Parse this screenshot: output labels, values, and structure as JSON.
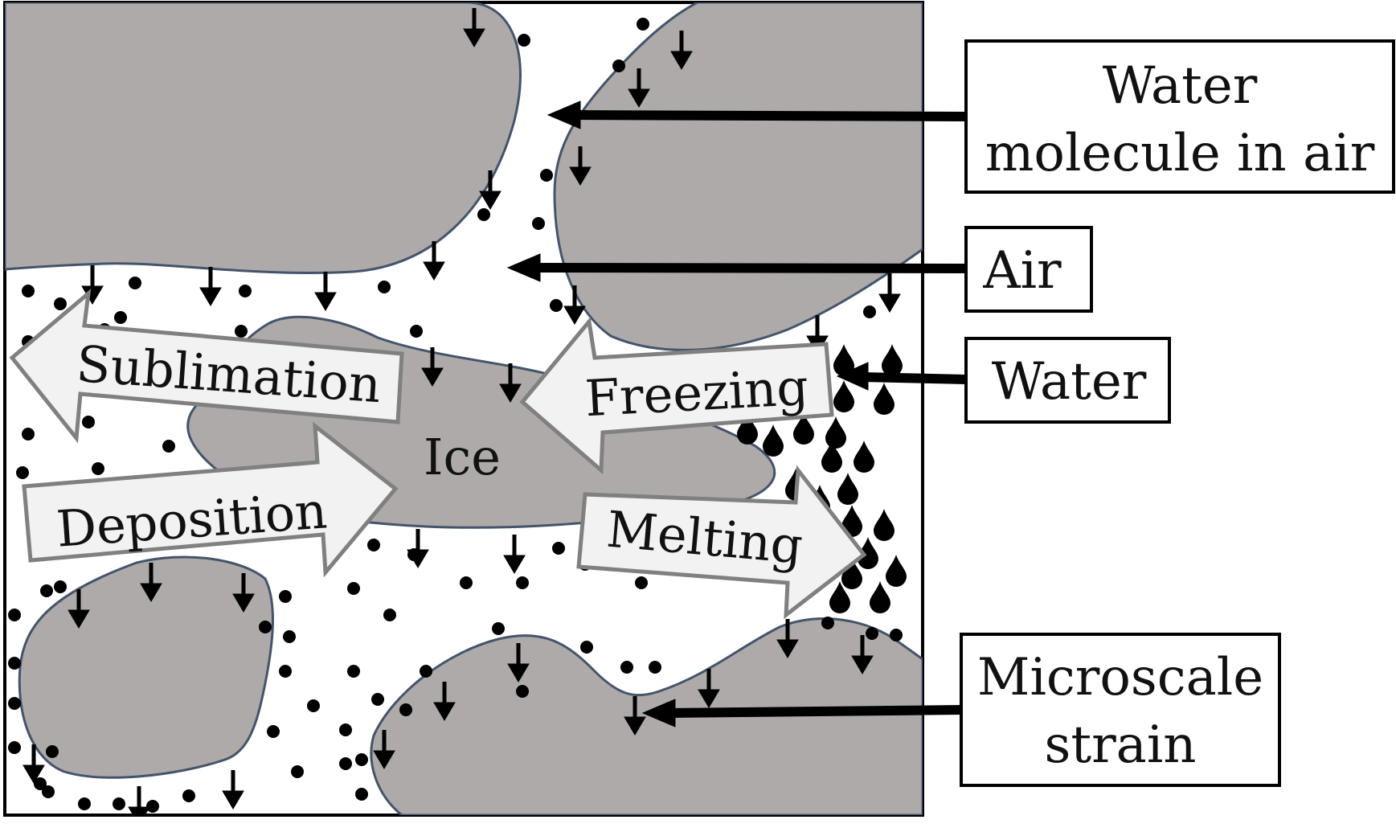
{
  "diagram": {
    "center_label": "Ice",
    "process_arrows": {
      "sublimation": "Sublimation",
      "deposition": "Deposition",
      "freezing": "Freezing",
      "melting": "Melting"
    },
    "legend": {
      "water_molecule_line1": "Water",
      "water_molecule_line2": "molecule in air",
      "air": "Air",
      "water": "Water",
      "strain_line1": "Microscale",
      "strain_line2": "strain"
    },
    "colors": {
      "grain_fill": "#aeaaaa",
      "grain_stroke": "#44546a",
      "arrow_fill": "#f2f2f2",
      "arrow_stroke": "#808080",
      "ink": "#000000"
    }
  }
}
